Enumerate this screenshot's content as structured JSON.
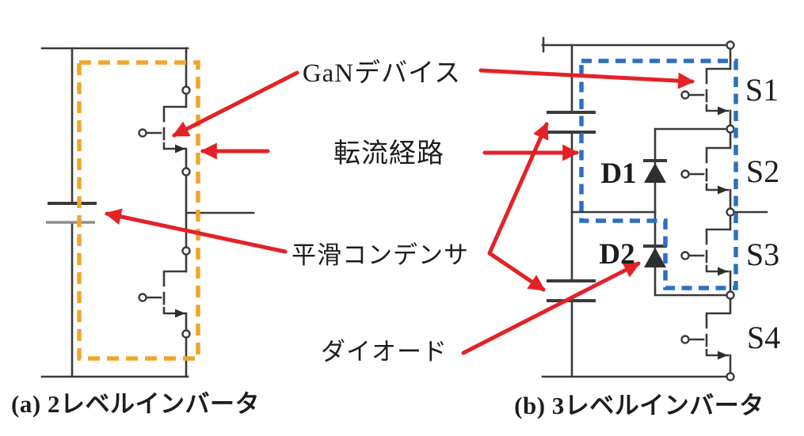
{
  "annotations": {
    "gan_device": "GaNデバイス",
    "commutation_path": "転流経路",
    "smoothing_capacitor": "平滑コンデンサ",
    "diode": "ダイオード"
  },
  "left_circuit": {
    "caption": "(a) 2レベルインバータ"
  },
  "right_circuit": {
    "caption": "(b) 3レベルインバータ",
    "switches": [
      "S1",
      "S2",
      "S3",
      "S4"
    ],
    "diodes": [
      "D1",
      "D2"
    ]
  },
  "colors": {
    "wire": "#3a3a3a",
    "arrow_red": "#E32227",
    "highlight_box_left": "#F0A62B",
    "highlight_box_right": "#2E6FC3"
  }
}
